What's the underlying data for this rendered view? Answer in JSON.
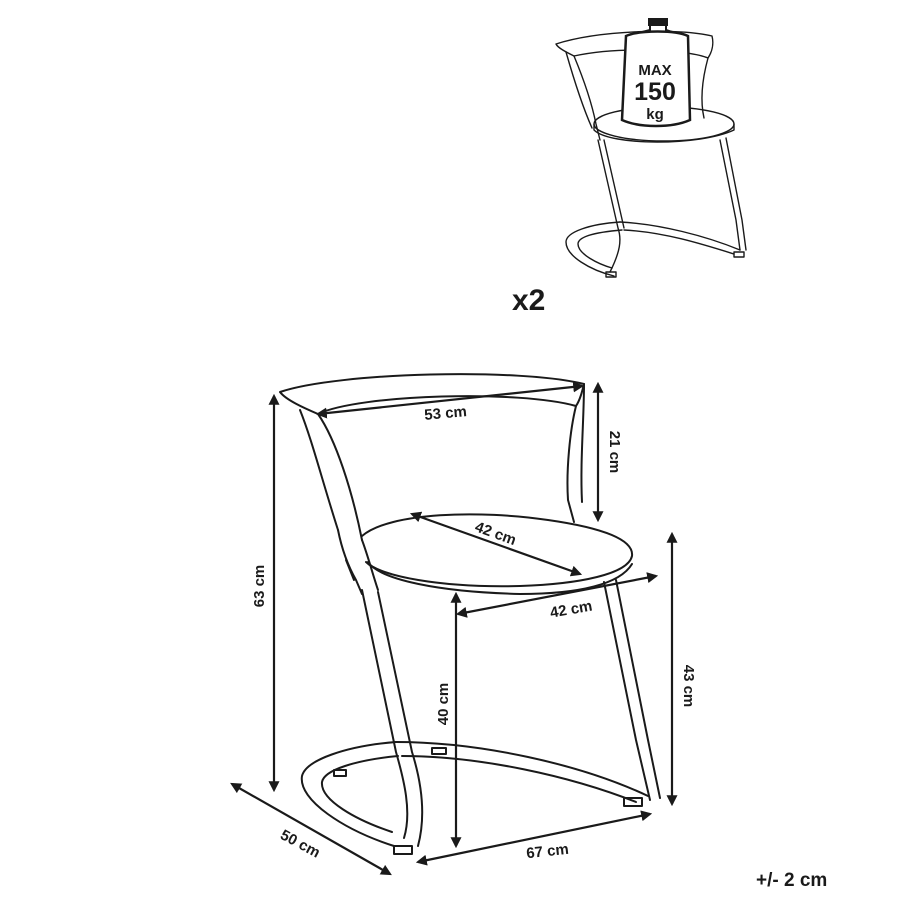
{
  "weight_badge": {
    "line1": "MAX",
    "line2": "150",
    "line3": "kg"
  },
  "quantity": "x2",
  "dimensions": {
    "backrest_width": "53 cm",
    "backrest_height": "21 cm",
    "seat_depth": "42 cm",
    "seat_width": "42 cm",
    "total_height": "63 cm",
    "seat_height_floor": "40 cm",
    "seat_height_side": "43 cm",
    "base_depth": "50 cm",
    "base_width": "67 cm"
  },
  "tolerance": "+/- 2 cm"
}
